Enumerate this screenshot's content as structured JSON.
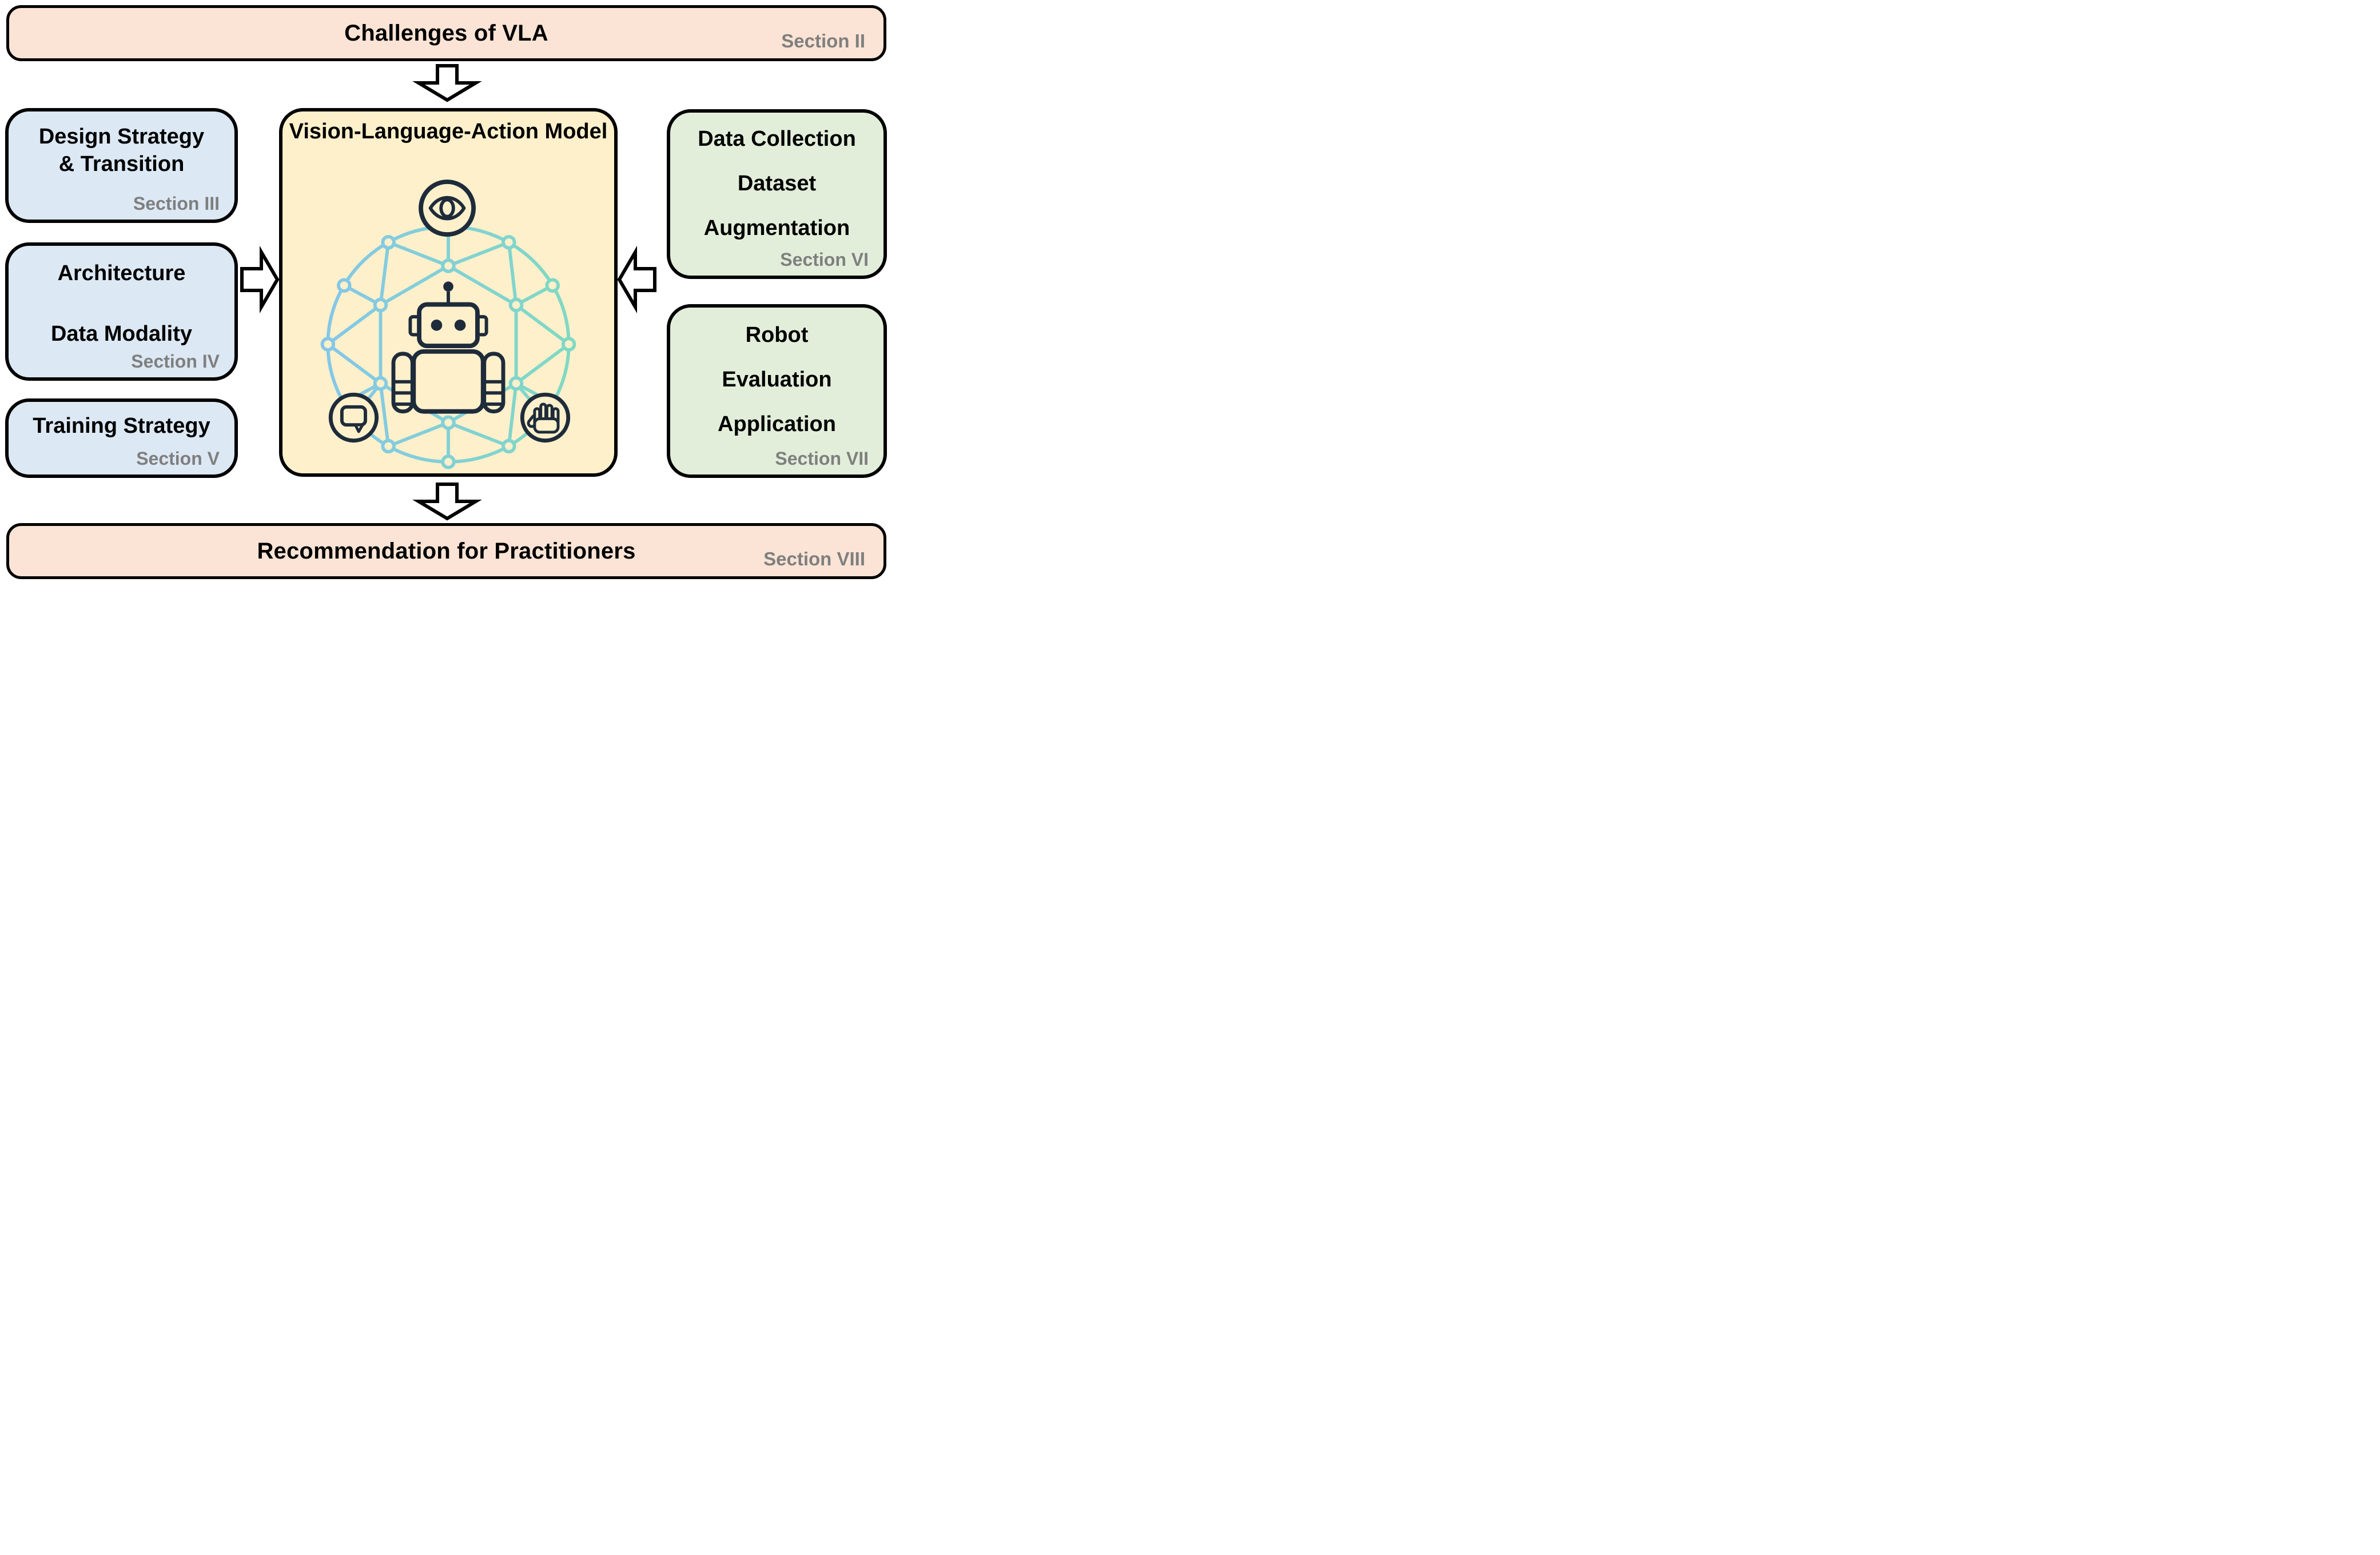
{
  "top_banner": {
    "title": "Challenges of VLA",
    "section": "Section II"
  },
  "left_column": {
    "box1": {
      "line1": "Design Strategy",
      "line2": "& Transition",
      "section": "Section III"
    },
    "box2": {
      "line1": "Architecture",
      "line2": "Data Modality",
      "section": "Section IV"
    },
    "box3": {
      "line1": "Training Strategy",
      "section": "Section V"
    }
  },
  "center": {
    "title": "Vision-Language-Action Model",
    "icons": {
      "vision": "eye-icon",
      "language": "speech-bubble-icon",
      "action": "hand-icon",
      "agent": "robot-icon",
      "background": "network-graph"
    }
  },
  "right_column": {
    "box1": {
      "line1": "Data Collection",
      "line2": "Dataset",
      "line3": "Augmentation",
      "section": "Section VI"
    },
    "box2": {
      "line1": "Robot",
      "line2": "Evaluation",
      "line3": "Application",
      "section": "Section VII"
    }
  },
  "bottom_banner": {
    "title": "Recommendation for Practitioners",
    "section": "Section VIII"
  },
  "colors": {
    "banner_fill": "#FBE4D5",
    "left_box_fill": "#DCE8F4",
    "right_box_fill": "#E2EEDA",
    "center_box_fill": "#FDF0CB",
    "outline": "#000000",
    "section_text": "#7F7F7F",
    "icon_navy": "#1E2B3A",
    "network_blue": "#85C6EA",
    "network_teal": "#7FDAC1"
  }
}
